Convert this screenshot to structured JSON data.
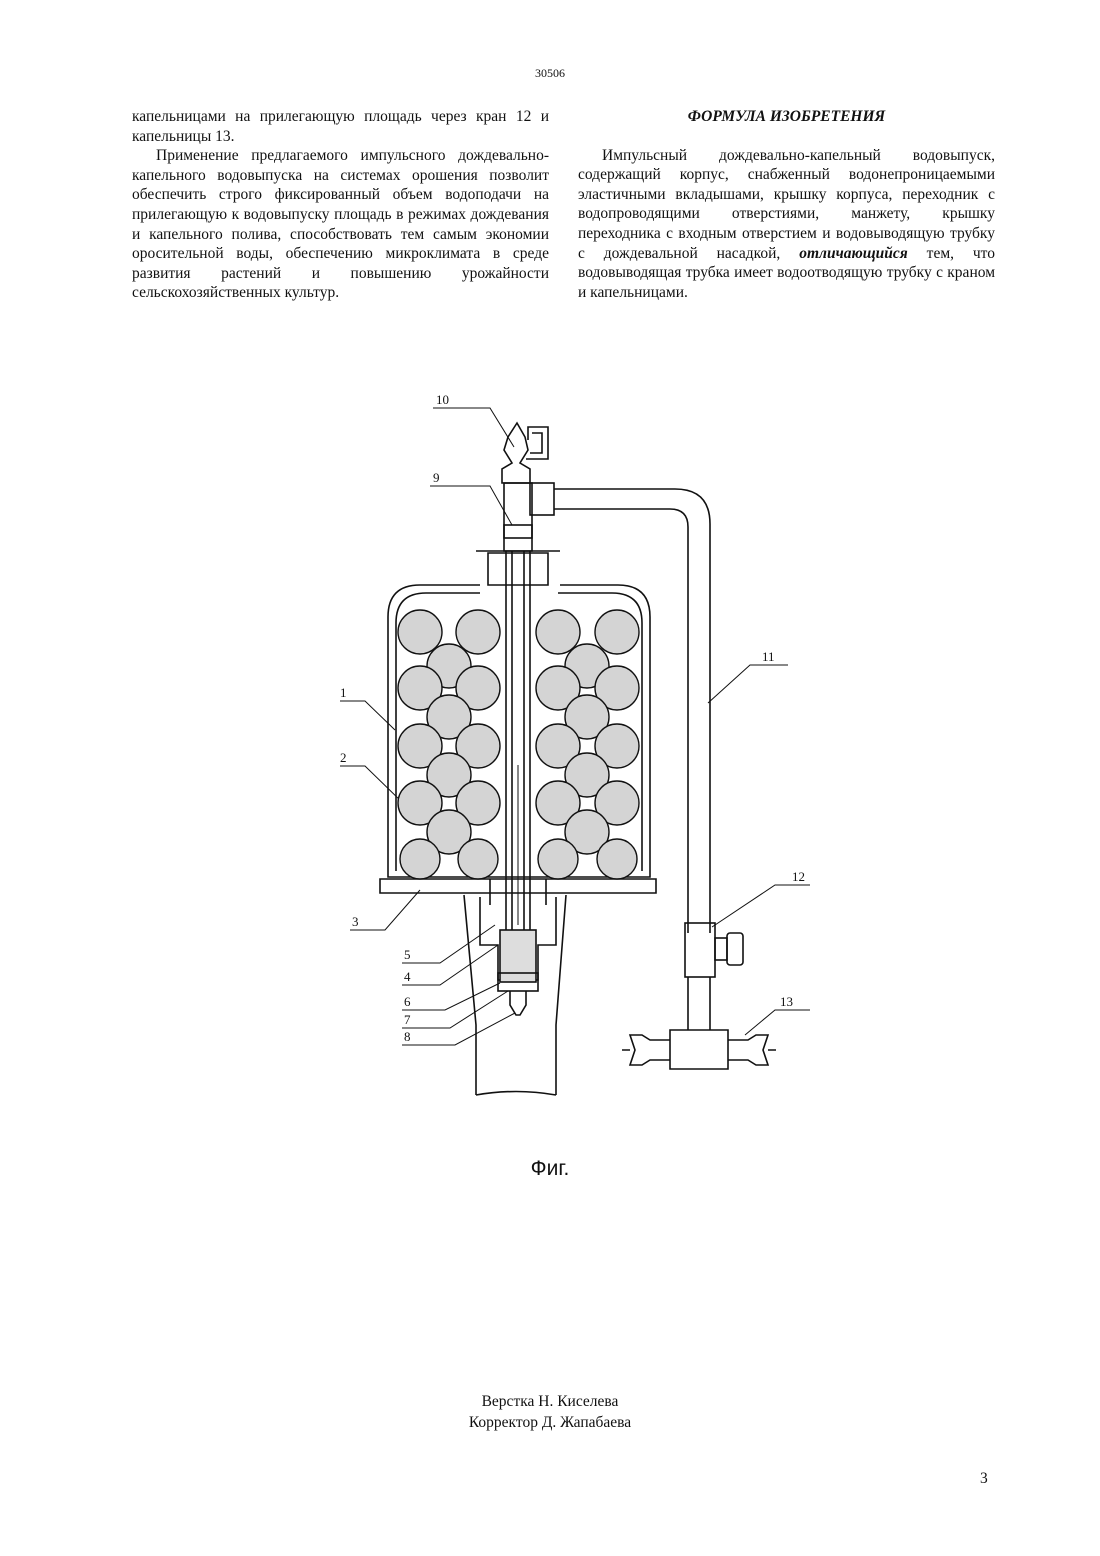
{
  "header": {
    "doc_number": "30506"
  },
  "left_column": {
    "para1": "капельницами на прилегающую площадь через кран 12 и капельницы 13.",
    "para2": "Применение предлагаемого импульсного дождевально-капельного водовыпуска на системах орошения позволит обеспечить строго фиксированный объем водоподачи на прилегающую к водовыпуску площадь в режимах дождевания и капельного полива, способствовать тем самым экономии оросительной воды, обеспечению микроклимата в среде развития растений и повышению урожайности сельскохозяйственных культур."
  },
  "right_column": {
    "title": "ФОРМУЛА ИЗОБРЕТЕНИЯ",
    "claim_part1": "Импульсный дождевально-капельный водовыпуск, содержащий корпус, снабженный водонепроницаемыми эластичными вкладышами, крышку корпуса, переходник с водопроводящими отверстиями, манжету, крышку переходника с входным отверстием и водовыводящую трубку с дождевальной насадкой, ",
    "claim_emphasis": "отличающийся",
    "claim_part2": " тем, что водовыводящая трубка имеет водоотводящую трубку с краном и капельницами."
  },
  "figure": {
    "labels": [
      "10",
      "9",
      "1",
      "2",
      "3",
      "5",
      "4",
      "6",
      "7",
      "8",
      "11",
      "12",
      "13"
    ],
    "caption": "Фиг."
  },
  "footer": {
    "line1": "Верстка Н. Киселева",
    "line2": "Корректор Д. Жапабаева"
  },
  "page_number": "3"
}
